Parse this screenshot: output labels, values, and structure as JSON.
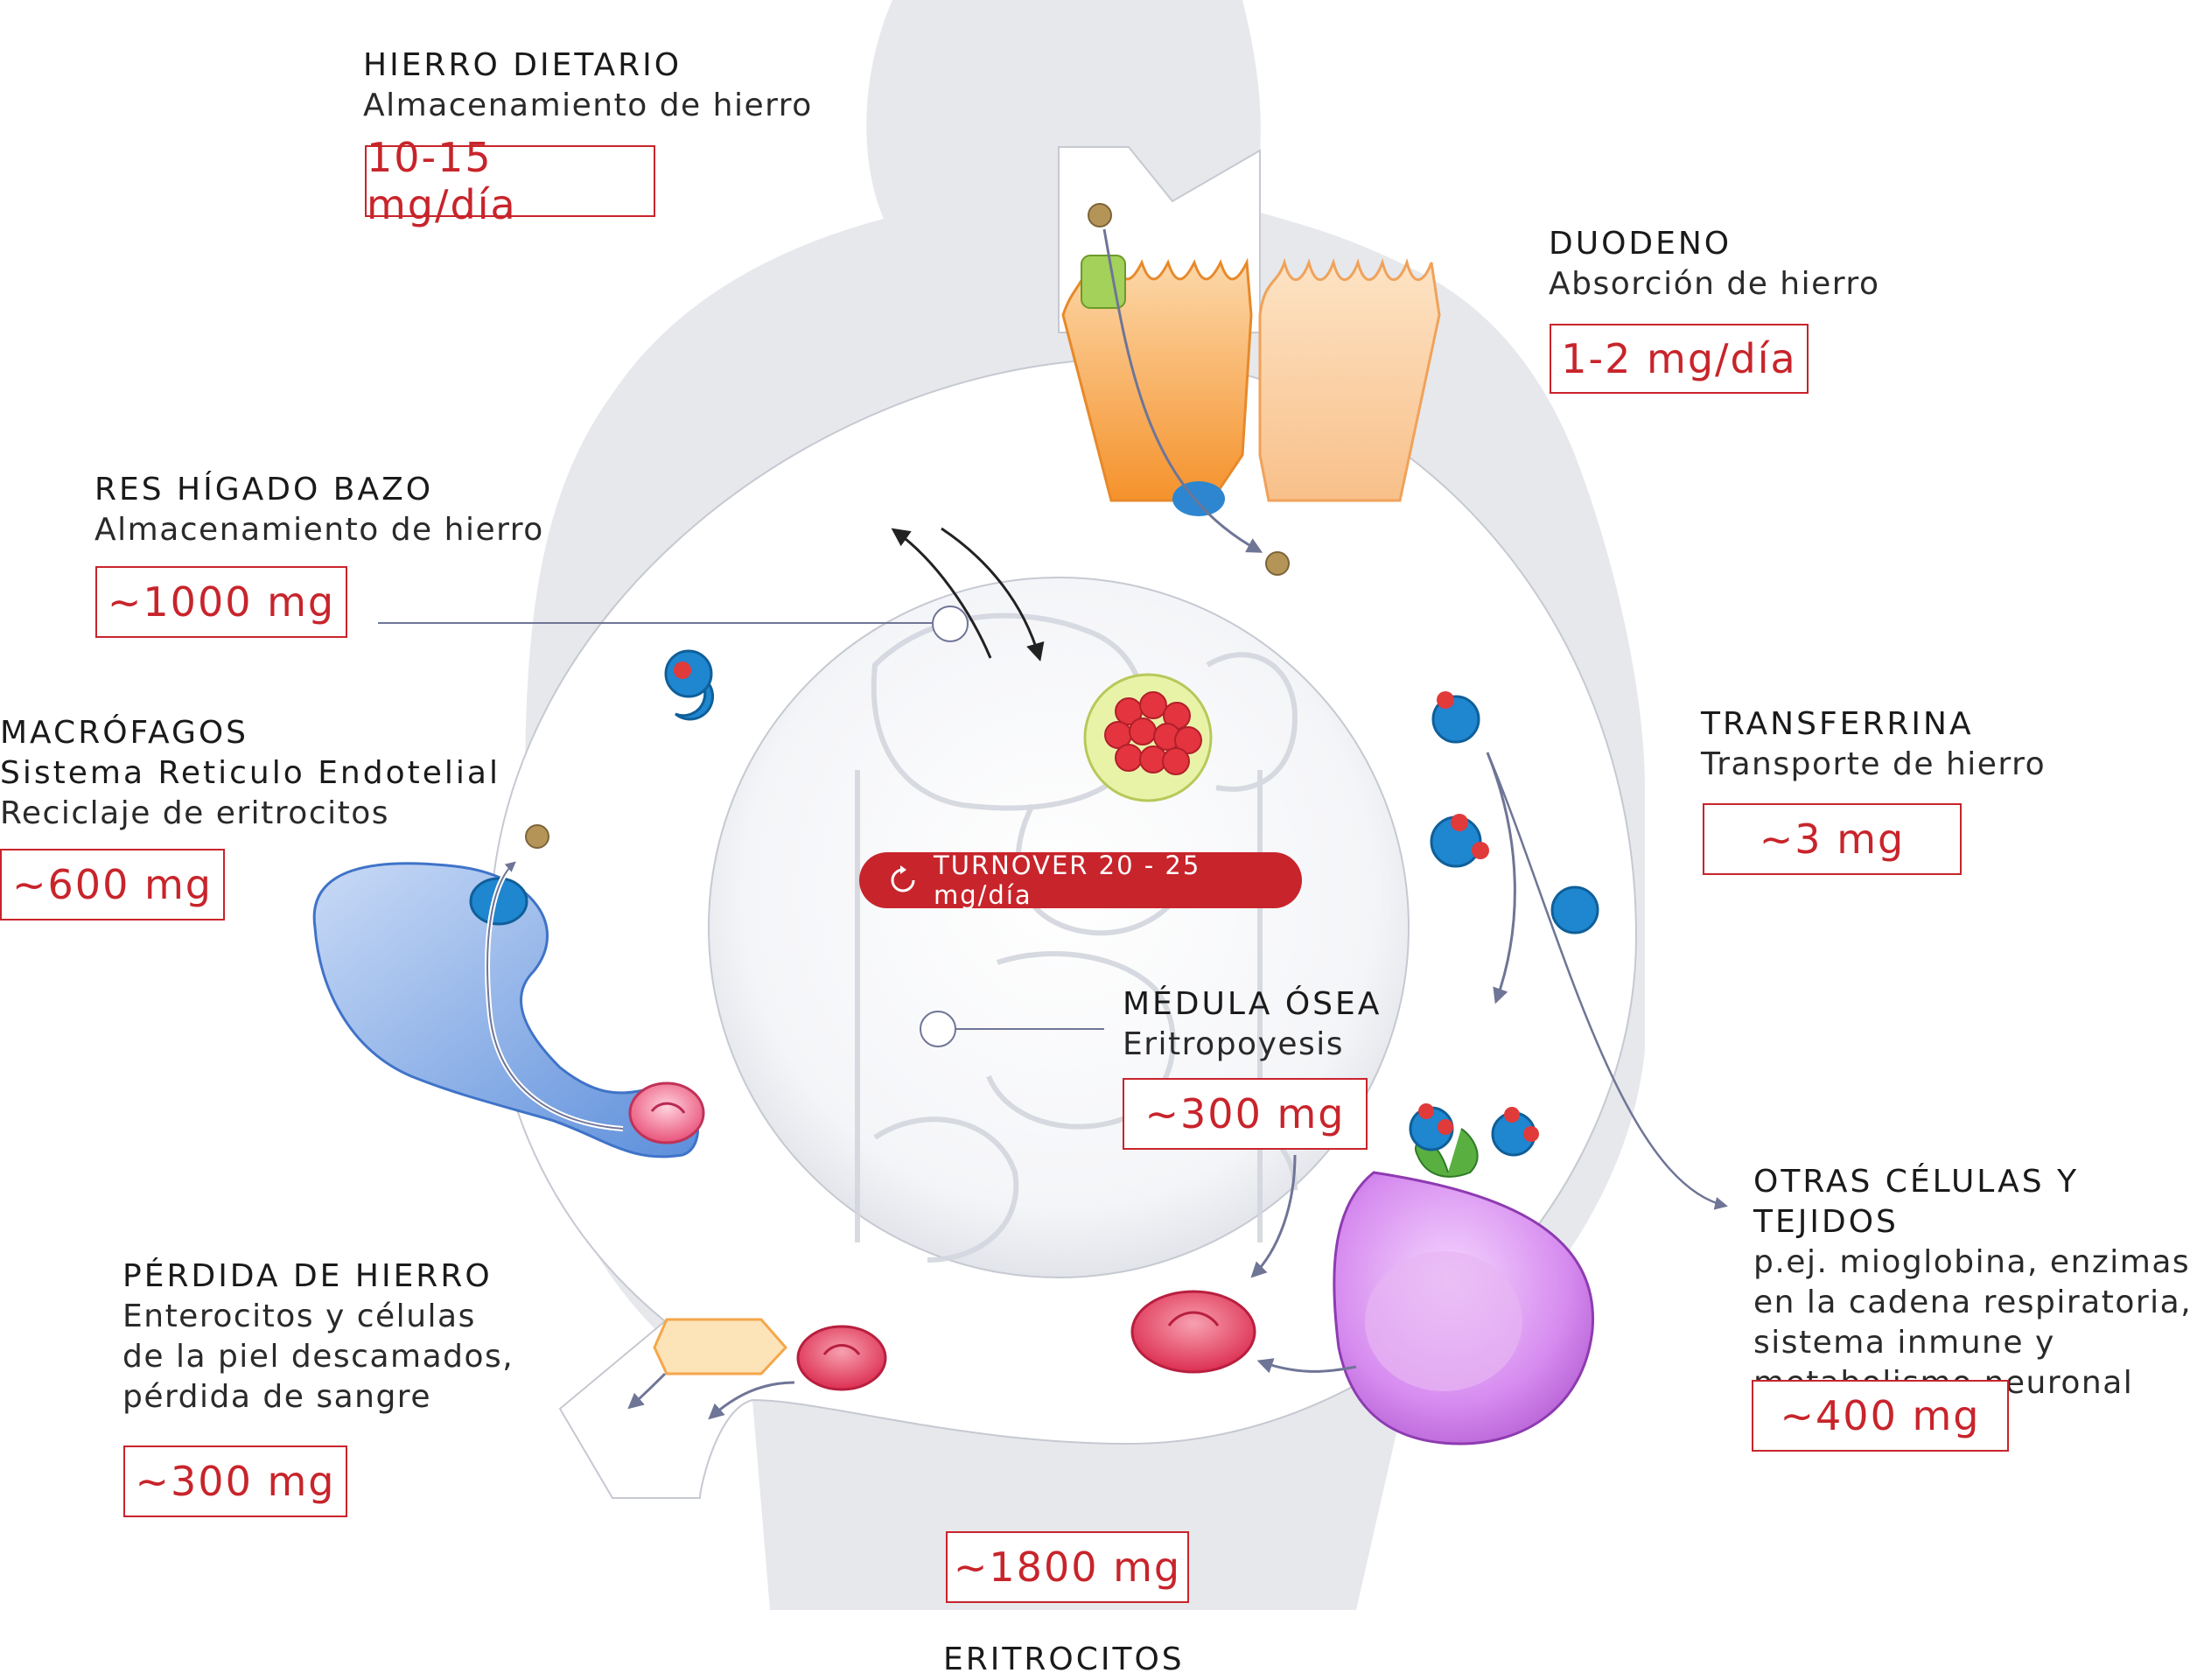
{
  "colors": {
    "accent_red": "#c8242b",
    "body_silhouette": "#e6e8ec",
    "enterocyte_orange": "#f6a04a",
    "transferrin_blue": "#1f86d0",
    "erythrocyte_red": "#e23b5a",
    "macrophage_blue": "#6f9fe0",
    "erythroblast_purple": "#c77be6"
  },
  "dietary": {
    "title": "HIERRO DIETARIO",
    "subtitle": "Almacenamiento de hierro",
    "value": "10-15 mg/día"
  },
  "duodenum": {
    "title": "DUODENO",
    "subtitle": "Absorción de hierro",
    "value": "1-2 mg/día"
  },
  "res": {
    "title": "RES HÍGADO BAZO",
    "subtitle": "Almacenamiento de hierro",
    "value": "~1000 mg"
  },
  "macrophages": {
    "title": "MACRÓFAGOS",
    "line2": "Sistema Reticulo Endotelial",
    "subtitle": "Reciclaje de eritrocitos",
    "value": "~600 mg"
  },
  "transferrin": {
    "title": "TRANSFERRINA",
    "subtitle": "Transporte de hierro",
    "value": "~3 mg"
  },
  "turnover": {
    "label": "TURNOVER 20 - 25 mg/día"
  },
  "marrow": {
    "title": "MÉDULA ÓSEA",
    "subtitle": "Eritropoyesis",
    "value": "~300 mg"
  },
  "other_tissues": {
    "title": "OTRAS CÉLULAS Y TEJIDOS",
    "lines": [
      "p.ej. mioglobina, enzimas",
      "en la cadena respiratoria,",
      "sistema inmune y",
      "metabolismo neuronal"
    ],
    "value": "~400 mg"
  },
  "iron_loss": {
    "title": "PÉRDIDA DE HIERRO",
    "lines": [
      "Enterocitos y células",
      "de la piel descamados,",
      "pérdida de sangre"
    ],
    "value": "~300 mg"
  },
  "erythrocytes": {
    "title": "ERITROCITOS",
    "value": "~1800 mg"
  },
  "icons": [
    "enterocyte-cells",
    "iron-atom",
    "transferrin-molecule",
    "macrophage-cell",
    "erythrocyte-cell",
    "erythroblast-cell",
    "hepatocyte-cluster",
    "turnover-cycle-icon"
  ]
}
